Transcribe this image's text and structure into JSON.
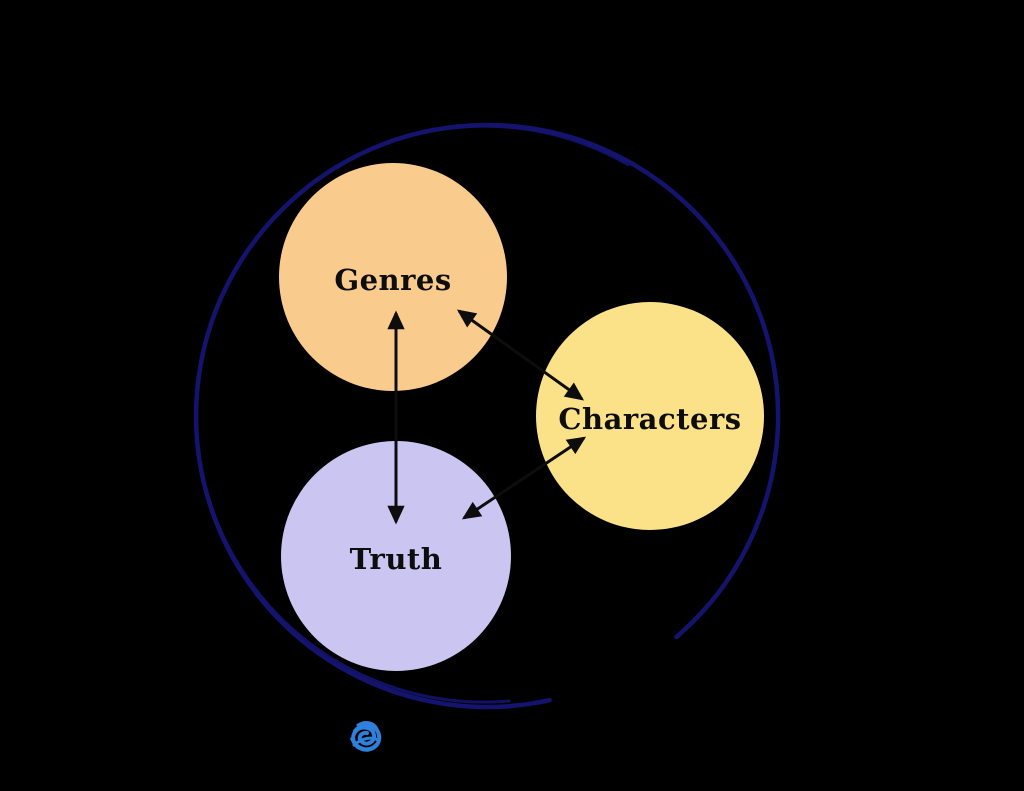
{
  "diagram": {
    "background_color": "#000000",
    "outer_circle": {
      "name": "story-boundary-circle",
      "stroke_color": "#14146E"
    },
    "arrow_color": "#0d0d0d",
    "label_color": "#0d0d0d",
    "nodes": [
      {
        "id": "genres",
        "label": "Genres",
        "color": "#F9CB8C"
      },
      {
        "id": "characters",
        "label": "Characters",
        "color": "#FBE289"
      },
      {
        "id": "truth",
        "label": "Truth",
        "color": "#CBC5F2"
      }
    ],
    "scribble_icon": {
      "color": "#2E80DB"
    }
  }
}
